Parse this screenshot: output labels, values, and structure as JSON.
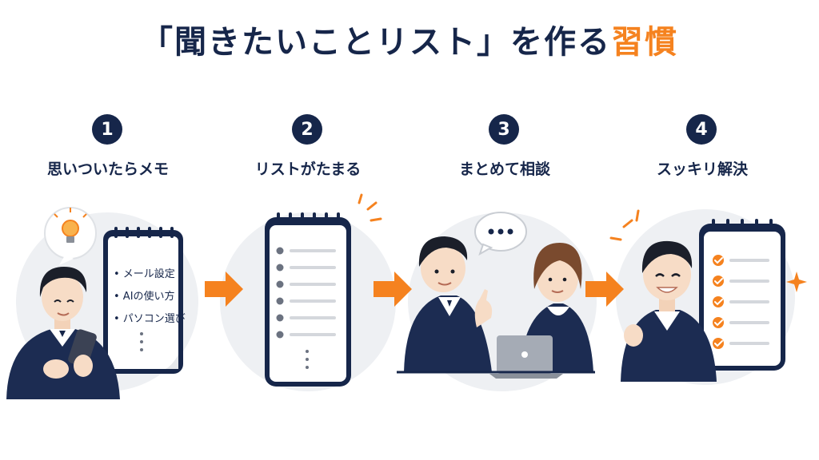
{
  "title": {
    "main": "「聞きたいことリスト」を作る",
    "accent": "習慣"
  },
  "steps": [
    {
      "number": "1",
      "label": "思いついたらメモ"
    },
    {
      "number": "2",
      "label": "リストがたまる"
    },
    {
      "number": "3",
      "label": "まとめて相談"
    },
    {
      "number": "4",
      "label": "スッキリ解決"
    }
  ],
  "memo_items": [
    "• メール設定",
    "• AIの使い方",
    "• パソコン選び"
  ],
  "colors": {
    "navy": "#16264a",
    "orange": "#f5821f",
    "circle_bg": "#eef0f3"
  }
}
